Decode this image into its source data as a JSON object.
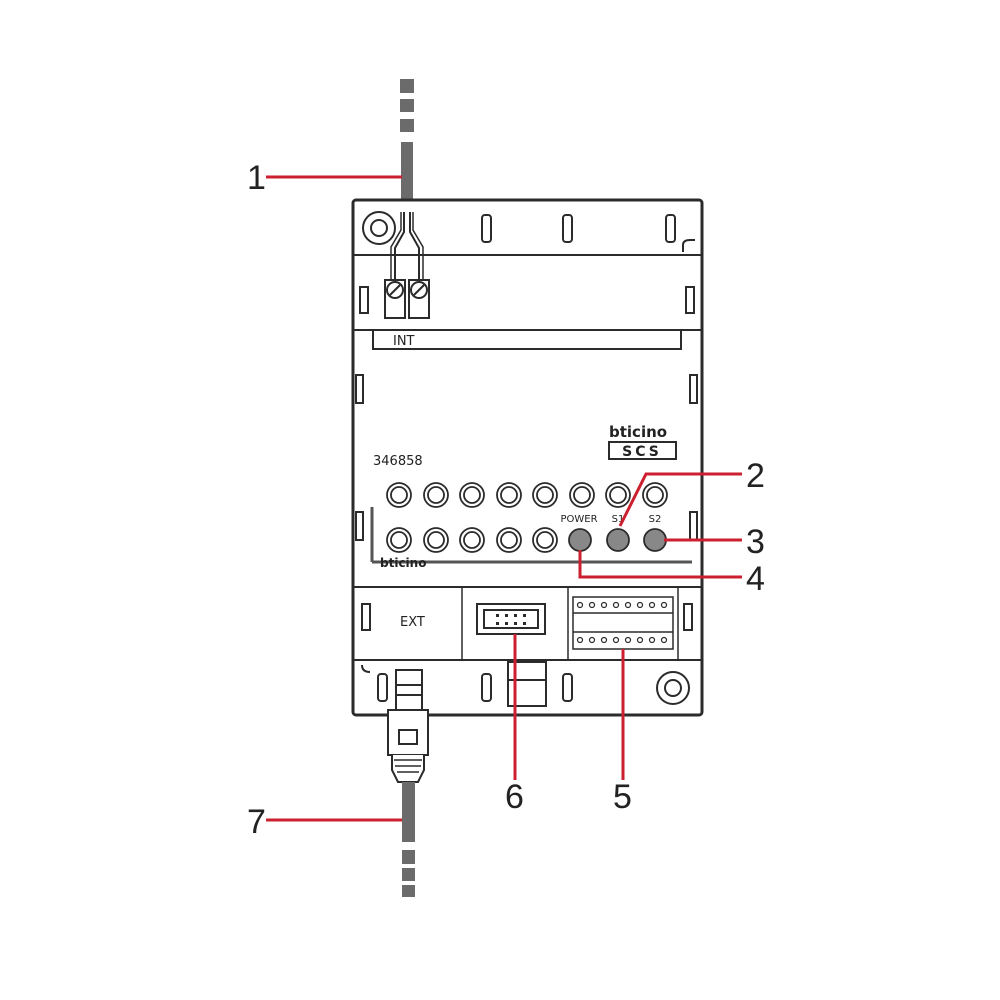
{
  "device": {
    "brand": "bticino",
    "system": "SCS",
    "model": "346858",
    "int_label": "INT",
    "ext_label": "EXT",
    "led_power": "POWER",
    "led_s1": "S1",
    "led_s2": "S2"
  },
  "callouts": [
    "1",
    "2",
    "3",
    "4",
    "5",
    "6",
    "7"
  ],
  "colors": {
    "callout_line": "#cc1f2f",
    "outline": "#2b2b2b",
    "cable": "#6b6b6b",
    "led_fill": "#888888"
  }
}
